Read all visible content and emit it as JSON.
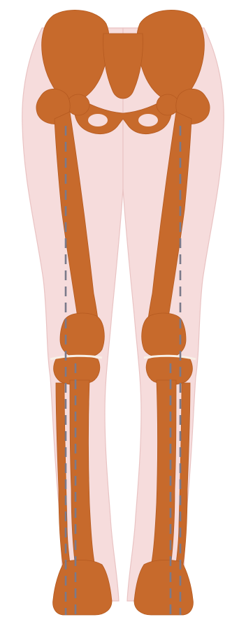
{
  "figure": {
    "type": "anatomical-diagram",
    "subject": "lower-limb-skeleton-front-view",
    "colors": {
      "background": "#ffffff",
      "body_silhouette": "#f6dcdc",
      "bone": "#c76a2c",
      "joint_line": "#f8efe6",
      "axis_line": "#7a7a8a"
    },
    "axis_lines": {
      "style": "dashed",
      "count": 4
    }
  }
}
